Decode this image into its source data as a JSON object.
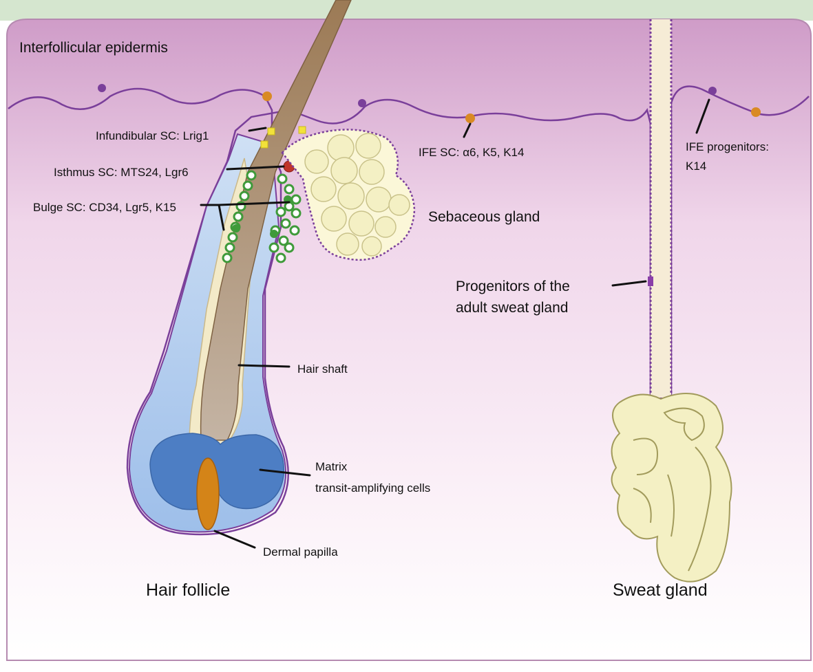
{
  "labels": {
    "epidermis": "Interfollicular epidermis",
    "infundibular": "Infundibular SC: Lrig1",
    "isthmus": "Isthmus SC: MTS24, Lgr6",
    "bulge": "Bulge SC: CD34, Lgr5, K15",
    "ife_sc": "IFE SC: α6, K5, K14",
    "ife_progenitors_1": "IFE progenitors:",
    "ife_progenitors_2": "K14",
    "sebaceous": "Sebaceous gland",
    "sweat_progenitors_1": "Progenitors of the",
    "sweat_progenitors_2": "adult sweat gland",
    "hair_shaft": "Hair shaft",
    "matrix_1": "Matrix",
    "matrix_2": "transit-amplifying cells",
    "dermal_papilla": "Dermal papilla",
    "hair_follicle": "Hair follicle",
    "sweat_gland": "Sweat gland"
  },
  "colors": {
    "epidermis_top": "#cf9cc8",
    "dermis_bottom": "#ffffff",
    "basal_bead": "#7a3f9a",
    "ife_stem_cell": "#d98a24",
    "sweat_progenitor": "#8a3fa8",
    "bulge_cell": "#3f9a3a",
    "infundibular_cell": "#f2e23a",
    "isthmus_cell": "#c0342a",
    "hair_shaft": "#a8896a",
    "matrix": "#4d7ec4",
    "dermal_papilla": "#d48418",
    "gland": "#f4f0c4",
    "sky": "#d5e6cf"
  }
}
